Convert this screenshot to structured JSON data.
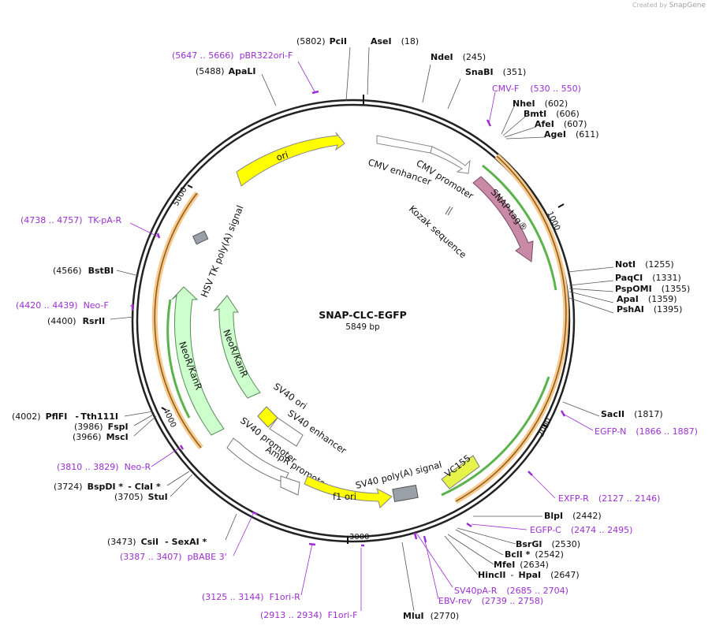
{
  "credit": {
    "prefix": "Created by",
    "brand": "SnapGene"
  },
  "plasmid": {
    "name": "SNAP-CLC-EGFP",
    "length": "5849 bp"
  },
  "ticks": [
    "1000",
    "2000",
    "3000",
    "4000",
    "5000"
  ],
  "sites_right": [
    {
      "name": "NotI",
      "pos": "(1255)"
    },
    {
      "name": "PaqCI",
      "pos": "(1331)"
    },
    {
      "name": "PspOMI",
      "pos": "(1355)"
    },
    {
      "name": "ApaI",
      "pos": "(1359)"
    },
    {
      "name": "PshAI",
      "pos": "(1395)"
    },
    {
      "name": "SacII",
      "pos": "(1817)"
    }
  ],
  "sites_top": [
    {
      "name": "PciI",
      "pos": "(5802)"
    },
    {
      "name": "AseI",
      "pos": "(18)"
    },
    {
      "name": "NdeI",
      "pos": "(245)"
    },
    {
      "name": "SnaBI",
      "pos": "(351)"
    },
    {
      "name": "NheI",
      "pos": "(602)"
    },
    {
      "name": "BmtI",
      "pos": "(606)"
    },
    {
      "name": "AfeI",
      "pos": "(607)"
    },
    {
      "name": "AgeI",
      "pos": "(611)"
    },
    {
      "name": "ApaLI",
      "pos": "(5488)"
    }
  ],
  "sites_bottom": [
    {
      "name": "BlpI",
      "pos": "(2442)"
    },
    {
      "name": "BsrGI",
      "pos": "(2530)"
    },
    {
      "name": "BclI *",
      "pos": "(2542)"
    },
    {
      "name": "MfeI",
      "pos": "(2634)"
    },
    {
      "name": "HincII",
      "sep": "-",
      "name2": "HpaI",
      "pos": "(2647)"
    },
    {
      "name": "MluI",
      "pos": "(2770)"
    },
    {
      "name": "CsiI",
      "sep": "-",
      "name2": "SexAI *",
      "pos": "(3473)"
    }
  ],
  "sites_left": [
    {
      "name": "BstBI",
      "pos": "(4566)"
    },
    {
      "name": "RsrII",
      "pos": "(4400)"
    },
    {
      "name": "PflFI",
      "sep": "-",
      "name2": "Tth111I",
      "pos": "(4002)"
    },
    {
      "name": "FspI",
      "pos": "(3986)"
    },
    {
      "name": "MscI",
      "pos": "(3966)"
    },
    {
      "name": "BspDI *",
      "sep": "-",
      "name2": "ClaI *",
      "pos": "(3724)"
    },
    {
      "name": "StuI",
      "pos": "(3705)"
    }
  ],
  "primers": [
    {
      "name": "pBR322ori-F",
      "range": "(5647 .. 5666)"
    },
    {
      "name": "CMV-F",
      "range": "(530 .. 550)"
    },
    {
      "name": "TK-pA-R",
      "range": "(4738 .. 4757)"
    },
    {
      "name": "Neo-F",
      "range": "(4420 .. 4439)"
    },
    {
      "name": "EGFP-N",
      "range": "(1866 .. 1887)"
    },
    {
      "name": "Neo-R",
      "range": "(3810 .. 3829)"
    },
    {
      "name": "EXFP-R",
      "range": "(2127 .. 2146)"
    },
    {
      "name": "EGFP-C",
      "range": "(2474 .. 2495)"
    },
    {
      "name": "pBABE 3'",
      "range": "(3387 .. 3407)"
    },
    {
      "name": "SV40pA-R",
      "range": "(2685 .. 2704)"
    },
    {
      "name": "EBV-rev",
      "range": "(2739 .. 2758)"
    },
    {
      "name": "F1ori-R",
      "range": "(3125 .. 3144)"
    },
    {
      "name": "F1ori-F",
      "range": "(2913 .. 2934)"
    }
  ],
  "features": {
    "ori": "ori",
    "cmv_enhancer": "CMV enhancer",
    "cmv_promoter": "CMV promoter",
    "snap_tag": "SNAP-tag®",
    "kozak": "Kozak sequence",
    "hsv_tk": "HSV TK poly(A) signal",
    "neor_outer": "NeoR/KanR",
    "neor_inner": "NeoR/KanR",
    "sv40_ori": "SV40 ori",
    "sv40_enhancer": "SV40 enhancer",
    "sv40_promoter": "SV40 promoter",
    "ampr_promoter": "AmpR promoter",
    "f1_ori": "f1 ori",
    "sv40_polya": "SV40 poly(A) signal",
    "vc155": "VC155"
  },
  "colors": {
    "ori": "#ffff00",
    "snap": "#c88aa6",
    "neor": "#ccffcc",
    "orf": "#f8c98c",
    "orf_inner": "#5bb34b",
    "primer": "#9c2fd1",
    "vc155": "#e6f44a",
    "polya": "#9aa0a8"
  }
}
